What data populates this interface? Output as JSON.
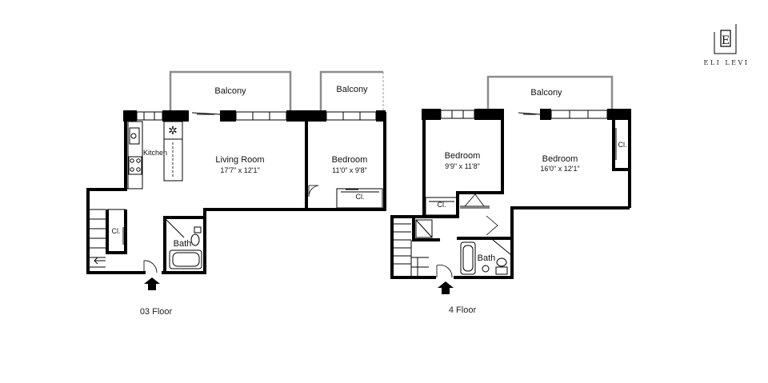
{
  "brand": {
    "name": "ELI LEVI",
    "monogram": "E"
  },
  "floors": [
    {
      "caption": "03 Floor",
      "rooms": {
        "balcony_a": "Balcony",
        "balcony_b": "Balcony",
        "kitchen": "Kitchen",
        "living_room": "Living Room",
        "living_room_dim": "17'7\" x 12'1\"",
        "bedroom": "Bedroom",
        "bedroom_dim": "11'0\" x 9'8\"",
        "bath": "Bath",
        "closet_a": "Cl.",
        "closet_b": "Cl."
      }
    },
    {
      "caption": "4 Floor",
      "rooms": {
        "balcony": "Balcony",
        "bedroom_a": "Bedroom",
        "bedroom_a_dim": "9'9\" x 11'8\"",
        "bedroom_b": "Bedroom",
        "bedroom_b_dim": "16'0\" x 12'1\"",
        "bath": "Bath",
        "closet_a": "Cl.",
        "closet_b": "Cl."
      }
    }
  ],
  "icons": [
    "entry-arrow-icon",
    "stairs-icon",
    "door-swing-icon",
    "toilet-icon",
    "bathtub-icon",
    "sink-icon",
    "stove-icon",
    "fan-icon",
    "window-icon",
    "brand-logo-icon"
  ]
}
